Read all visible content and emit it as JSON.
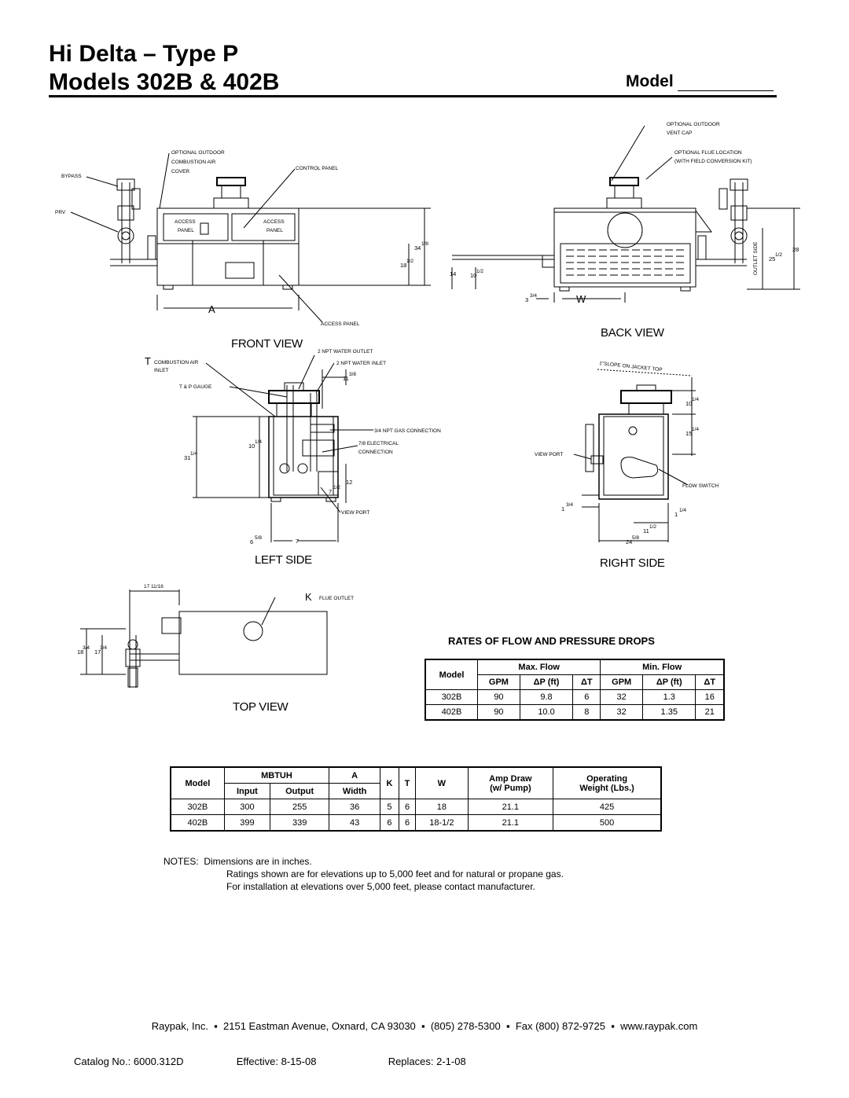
{
  "header": {
    "title": "Hi Delta – Type P",
    "subtitle": "Models 302B & 402B",
    "model_label": "Model"
  },
  "views": {
    "front": "FRONT VIEW",
    "back": "BACK VIEW",
    "left": "LEFT SIDE",
    "right": "RIGHT SIDE",
    "top": "TOP VIEW"
  },
  "front_labels": {
    "outdoor_air_1": "OPTIONAL OUTDOOR",
    "outdoor_air_2": "COMBUSTION AIR",
    "outdoor_air_3": "COVER",
    "control_panel": "CONTROL PANEL",
    "bypass": "BYPASS",
    "prv": "PRV",
    "access_1": "ACCESS",
    "access_2": "PANEL",
    "access_bottom": "ACCESS PANEL",
    "dim_h1": "34",
    "dim_h1_f": "1/8",
    "dim_h2": "18",
    "dim_h2_f": "1/2",
    "dim_a": "A"
  },
  "back_labels": {
    "vent_cap_1": "OPTIONAL OUTDOOR",
    "vent_cap_2": "VENT CAP",
    "flue_loc_1": "OPTIONAL FLUE LOCATION",
    "flue_loc_2": "(WITH FIELD CONVERSION KIT)",
    "outlet_side": "OUTLET SIDE",
    "dim_14": "14",
    "dim_10": "10",
    "dim_10_f": "1/2",
    "dim_25": "25",
    "dim_25_f": "1/2",
    "dim_28": "28",
    "dim_3": "3",
    "dim_3_f": "3/4",
    "dim_w": "W"
  },
  "left_labels": {
    "t": "T",
    "combustion_1": "COMBUSTION AIR",
    "combustion_2": "INLET",
    "tp_gauge": "T & P GAUGE",
    "water_outlet": "2 NPT WATER OUTLET",
    "water_inlet": "2 NPT WATER INLET",
    "gas": "3/4 NPT GAS CONNECTION",
    "elec_1": "7/8 ELECTRICAL",
    "elec_2": "CONNECTION",
    "view_port": "VIEW PORT",
    "dim_11": "11",
    "dim_11_f": "3/8",
    "dim_10": "10",
    "dim_10_f": "1/4",
    "dim_31": "31",
    "dim_31_f": "1/4",
    "dim_12": "12",
    "dim_7": "7",
    "dim_7_f": "1/2",
    "dim_6": "6",
    "dim_6_f": "5/8",
    "dim_7b": "7"
  },
  "right_labels": {
    "slope": "1\"SLOPE ON JACKET TOP",
    "view_port": "VIEW PORT",
    "flow_switch": "FLOW SWITCH",
    "dim_10": "10",
    "dim_10_f": "1/4",
    "dim_15": "15",
    "dim_15_f": "1/4",
    "dim_1a": "1",
    "dim_1a_f": "3/4",
    "dim_1b": "1",
    "dim_1b_f": "1/4",
    "dim_11": "11",
    "dim_11_f": "1/2",
    "dim_24": "24",
    "dim_24_f": "5/8"
  },
  "top_labels": {
    "dim_17": "17 11/16",
    "k": "K",
    "flue_outlet": "FLUE OUTLET",
    "dim_18": "18",
    "dim_18_f": "3/4",
    "dim_17b": "17",
    "dim_17b_f": "3/4"
  },
  "rates": {
    "title": "RATES OF FLOW AND PRESSURE DROPS",
    "h_model": "Model",
    "h_max": "Max. Flow",
    "h_min": "Min. Flow",
    "h_gpm": "GPM",
    "h_dp": "ΔP (ft)",
    "h_dt": "ΔT",
    "rows": [
      {
        "model": "302B",
        "max_gpm": "90",
        "max_dp": "9.8",
        "max_dt": "6",
        "min_gpm": "32",
        "min_dp": "1.3",
        "min_dt": "16"
      },
      {
        "model": "402B",
        "max_gpm": "90",
        "max_dp": "10.0",
        "max_dt": "8",
        "min_gpm": "32",
        "min_dp": "1.35",
        "min_dt": "21"
      }
    ]
  },
  "specs": {
    "h_model": "Model",
    "h_mbtuh": "MBTUH",
    "h_input": "Input",
    "h_output": "Output",
    "h_a": "A",
    "h_width": "Width",
    "h_k": "K",
    "h_t": "T",
    "h_w": "W",
    "h_amp_1": "Amp Draw",
    "h_amp_2": "(w/ Pump)",
    "h_weight_1": "Operating",
    "h_weight_2": "Weight (Lbs.)",
    "rows": [
      {
        "model": "302B",
        "input": "300",
        "output": "255",
        "a": "36",
        "k": "5",
        "t": "6",
        "w": "18",
        "amp": "21.1",
        "weight": "425"
      },
      {
        "model": "402B",
        "input": "399",
        "output": "339",
        "a": "43",
        "k": "6",
        "t": "6",
        "w": "18-1/2",
        "amp": "21.1",
        "weight": "500"
      }
    ]
  },
  "notes": {
    "label": "NOTES:",
    "line1": "Dimensions are in inches.",
    "line2": "Ratings shown are for elevations up to 5,000 feet and for natural or propane gas.",
    "line3": "For installation at elevations over 5,000 feet, please contact manufacturer."
  },
  "footer": {
    "company": "Raypak, Inc.",
    "address": "2151 Eastman Avenue, Oxnard, CA  93030",
    "phone": "(805) 278-5300",
    "fax": "Fax (800) 872-9725",
    "web": "www.raypak.com",
    "catalog_label": "Catalog No.:",
    "catalog": "6000.312D",
    "effective_label": "Effective:",
    "effective": "8-15-08",
    "replaces_label": "Replaces:",
    "replaces": "2-1-08"
  }
}
